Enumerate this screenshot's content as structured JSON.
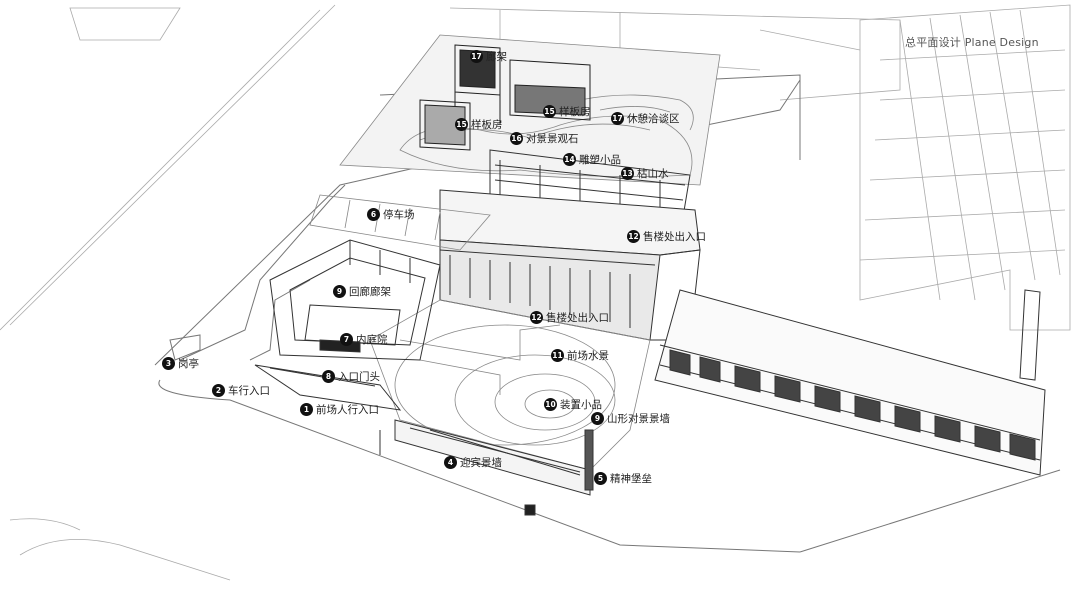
{
  "title": "总平面设计 Plane Design",
  "markers": [
    {
      "num": "17",
      "label": "廊架"
    },
    {
      "num": "15",
      "label": "样板房"
    },
    {
      "num": "17",
      "label": "休憩洽谈区"
    },
    {
      "num": "15",
      "label": "样板房"
    },
    {
      "num": "16",
      "label": "对景景观石"
    },
    {
      "num": "14",
      "label": "雕塑小品"
    },
    {
      "num": "13",
      "label": "枯山水"
    },
    {
      "num": "6",
      "label": "停车场"
    },
    {
      "num": "12",
      "label": "售楼处出入口"
    },
    {
      "num": "9",
      "label": "回廊廊架"
    },
    {
      "num": "12",
      "label": "售楼处出入口"
    },
    {
      "num": "7",
      "label": "内庭院"
    },
    {
      "num": "11",
      "label": "前场水景"
    },
    {
      "num": "3",
      "label": "岗亭"
    },
    {
      "num": "8",
      "label": "入口门头"
    },
    {
      "num": "2",
      "label": "车行入口"
    },
    {
      "num": "10",
      "label": "装置小品"
    },
    {
      "num": "1",
      "label": "前场人行入口"
    },
    {
      "num": "9",
      "label": "山形对景景墙"
    },
    {
      "num": "4",
      "label": "迎宾景墙"
    },
    {
      "num": "5",
      "label": "精神堡垒"
    }
  ]
}
